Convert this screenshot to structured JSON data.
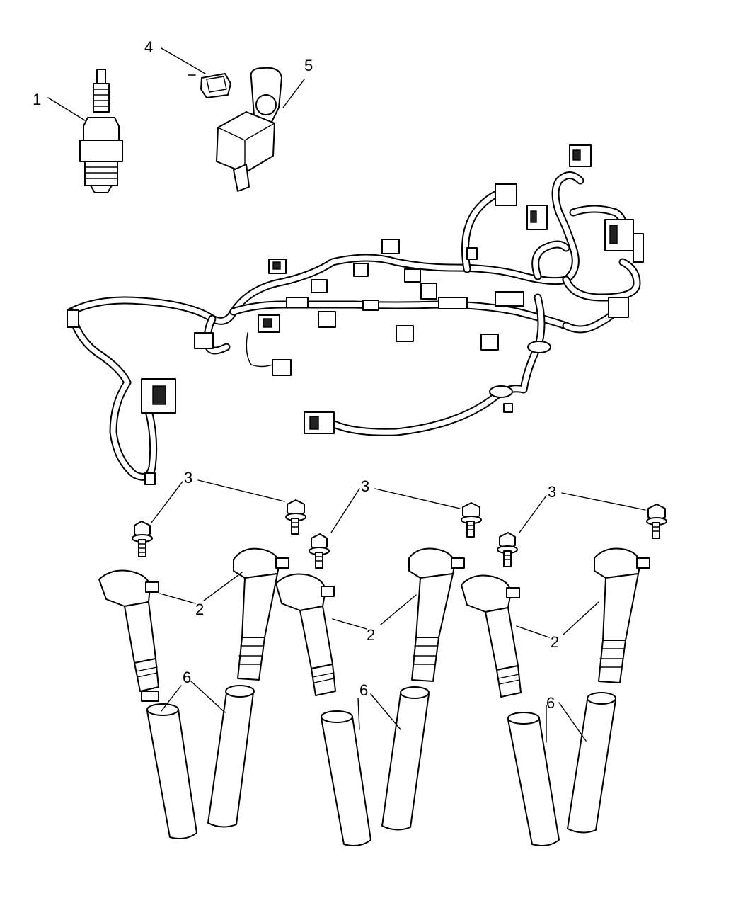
{
  "callouts": {
    "c1": "1",
    "c2a": "2",
    "c2b": "2",
    "c2c": "2",
    "c3a": "3",
    "c3b": "3",
    "c3c": "3",
    "c4": "4",
    "c5": "5",
    "c6a": "6",
    "c6b": "6",
    "c6c": "6"
  }
}
